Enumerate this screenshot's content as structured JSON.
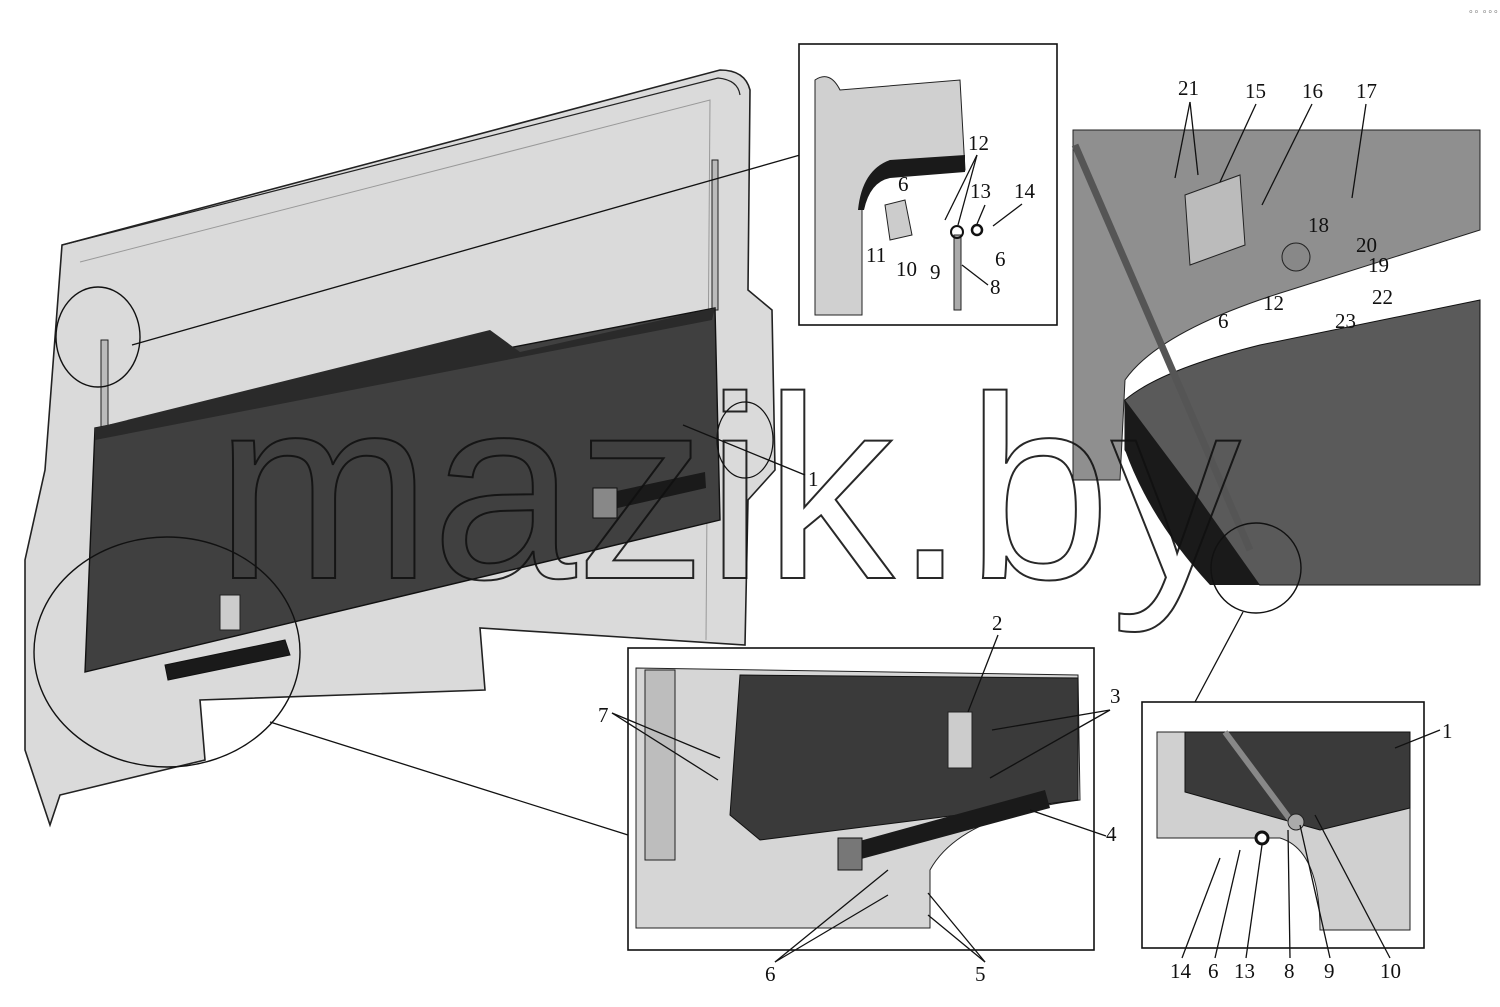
{
  "watermark": "mazik.by",
  "corner_mark": "∘∘ ∘∘∘",
  "callouts": {
    "main_1": "1",
    "top_inset": [
      "12",
      "6",
      "11",
      "10",
      "9",
      "13",
      "14",
      "6",
      "8"
    ],
    "right_panel": [
      "21",
      "15",
      "16",
      "17",
      "18",
      "20",
      "19",
      "22",
      "23",
      "12",
      "6"
    ],
    "bottom_center": [
      "2",
      "3",
      "7",
      "4",
      "6",
      "5"
    ],
    "bottom_right": [
      "1",
      "14",
      "6",
      "13",
      "8",
      "9",
      "10"
    ]
  },
  "colors": {
    "panel": "#d9d9d9",
    "panel_dark": "#3d3d3d",
    "ink": "#111111",
    "bg": "#ffffff"
  }
}
